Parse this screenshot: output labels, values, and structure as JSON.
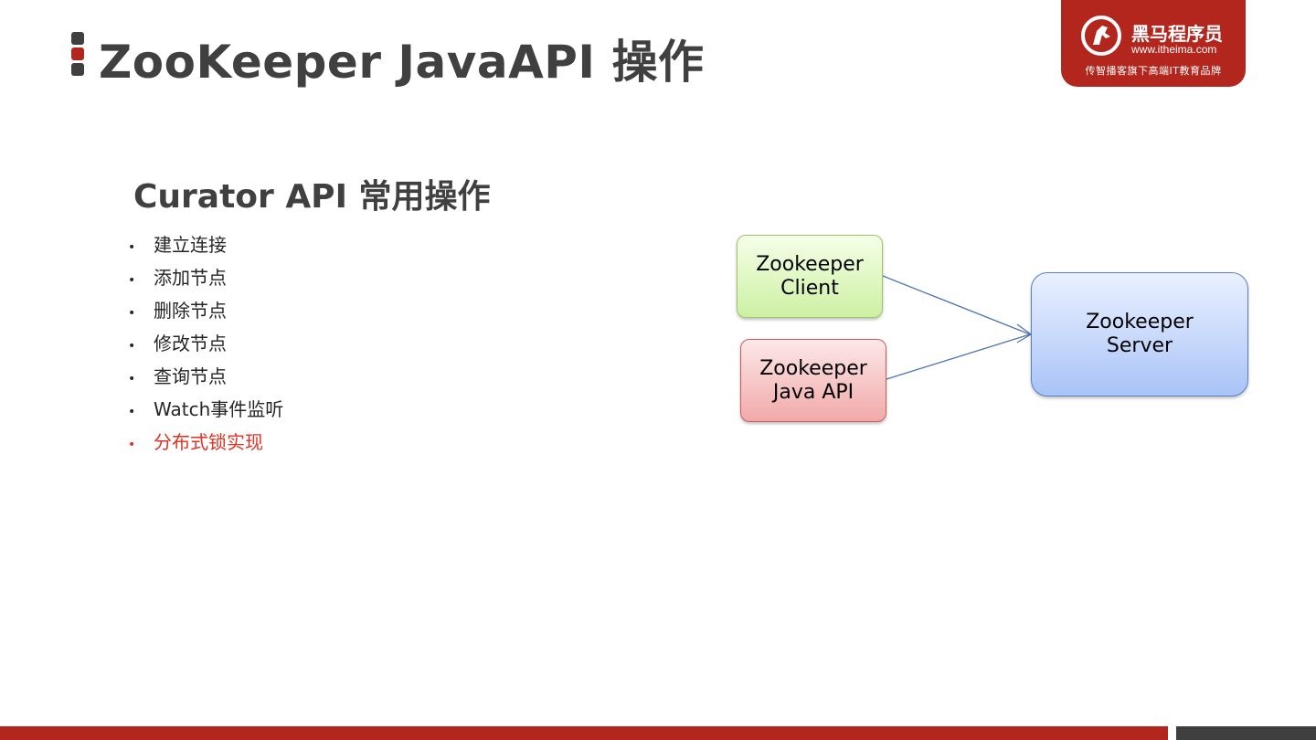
{
  "header": {
    "title": "ZooKeeper JavaAPI 操作"
  },
  "logo": {
    "brand": "黑马程序员",
    "url": "www.itheima.com",
    "slogan": "传智播客旗下高端IT教育品牌"
  },
  "content": {
    "subtitle": "Curator API 常用操作",
    "bullet_symbol": "•",
    "bullets": [
      "建立连接",
      "添加节点",
      "删除节点",
      "修改节点",
      "查询节点",
      "Watch事件监听",
      "分布式锁实现"
    ],
    "highlighted_bullet_index": 6
  },
  "diagram": {
    "client_box": {
      "line1": "Zookeeper",
      "line2": "Client"
    },
    "java_box": {
      "line1": "Zookeeper",
      "line2": "Java API"
    },
    "server_box": {
      "line1": "Zookeeper",
      "line2": "Server"
    }
  },
  "colors": {
    "brand_red": "#b3261e",
    "title_gray": "#404040",
    "highlight_red": "#e03222",
    "arrow_blue": "#4f74b3"
  }
}
